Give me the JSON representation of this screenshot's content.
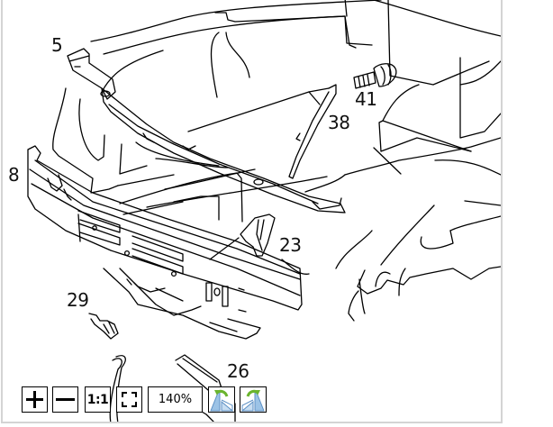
{
  "viewer": {
    "title": "Parts diagram viewer",
    "callouts": [
      {
        "id": "5",
        "label": "5"
      },
      {
        "id": "8",
        "label": "8"
      },
      {
        "id": "41",
        "label": "41"
      },
      {
        "id": "38",
        "label": "38"
      },
      {
        "id": "23",
        "label": "23"
      },
      {
        "id": "29",
        "label": "29"
      },
      {
        "id": "26",
        "label": "26"
      }
    ]
  },
  "toolbar": {
    "zoom_in_icon": "plus-icon",
    "zoom_out_icon": "minus-icon",
    "actual_size_label": "1:1",
    "fit_icon": "dashed-square-icon",
    "zoom_level": "140%",
    "rotate_left_icon": "rotate-left-icon",
    "rotate_right_icon": "rotate-right-icon"
  },
  "colors": {
    "line": "#000000",
    "border": "#d4d4d4",
    "rotate_arrow": "#6ab42d",
    "rotate_shape": "#9cc3e6"
  }
}
